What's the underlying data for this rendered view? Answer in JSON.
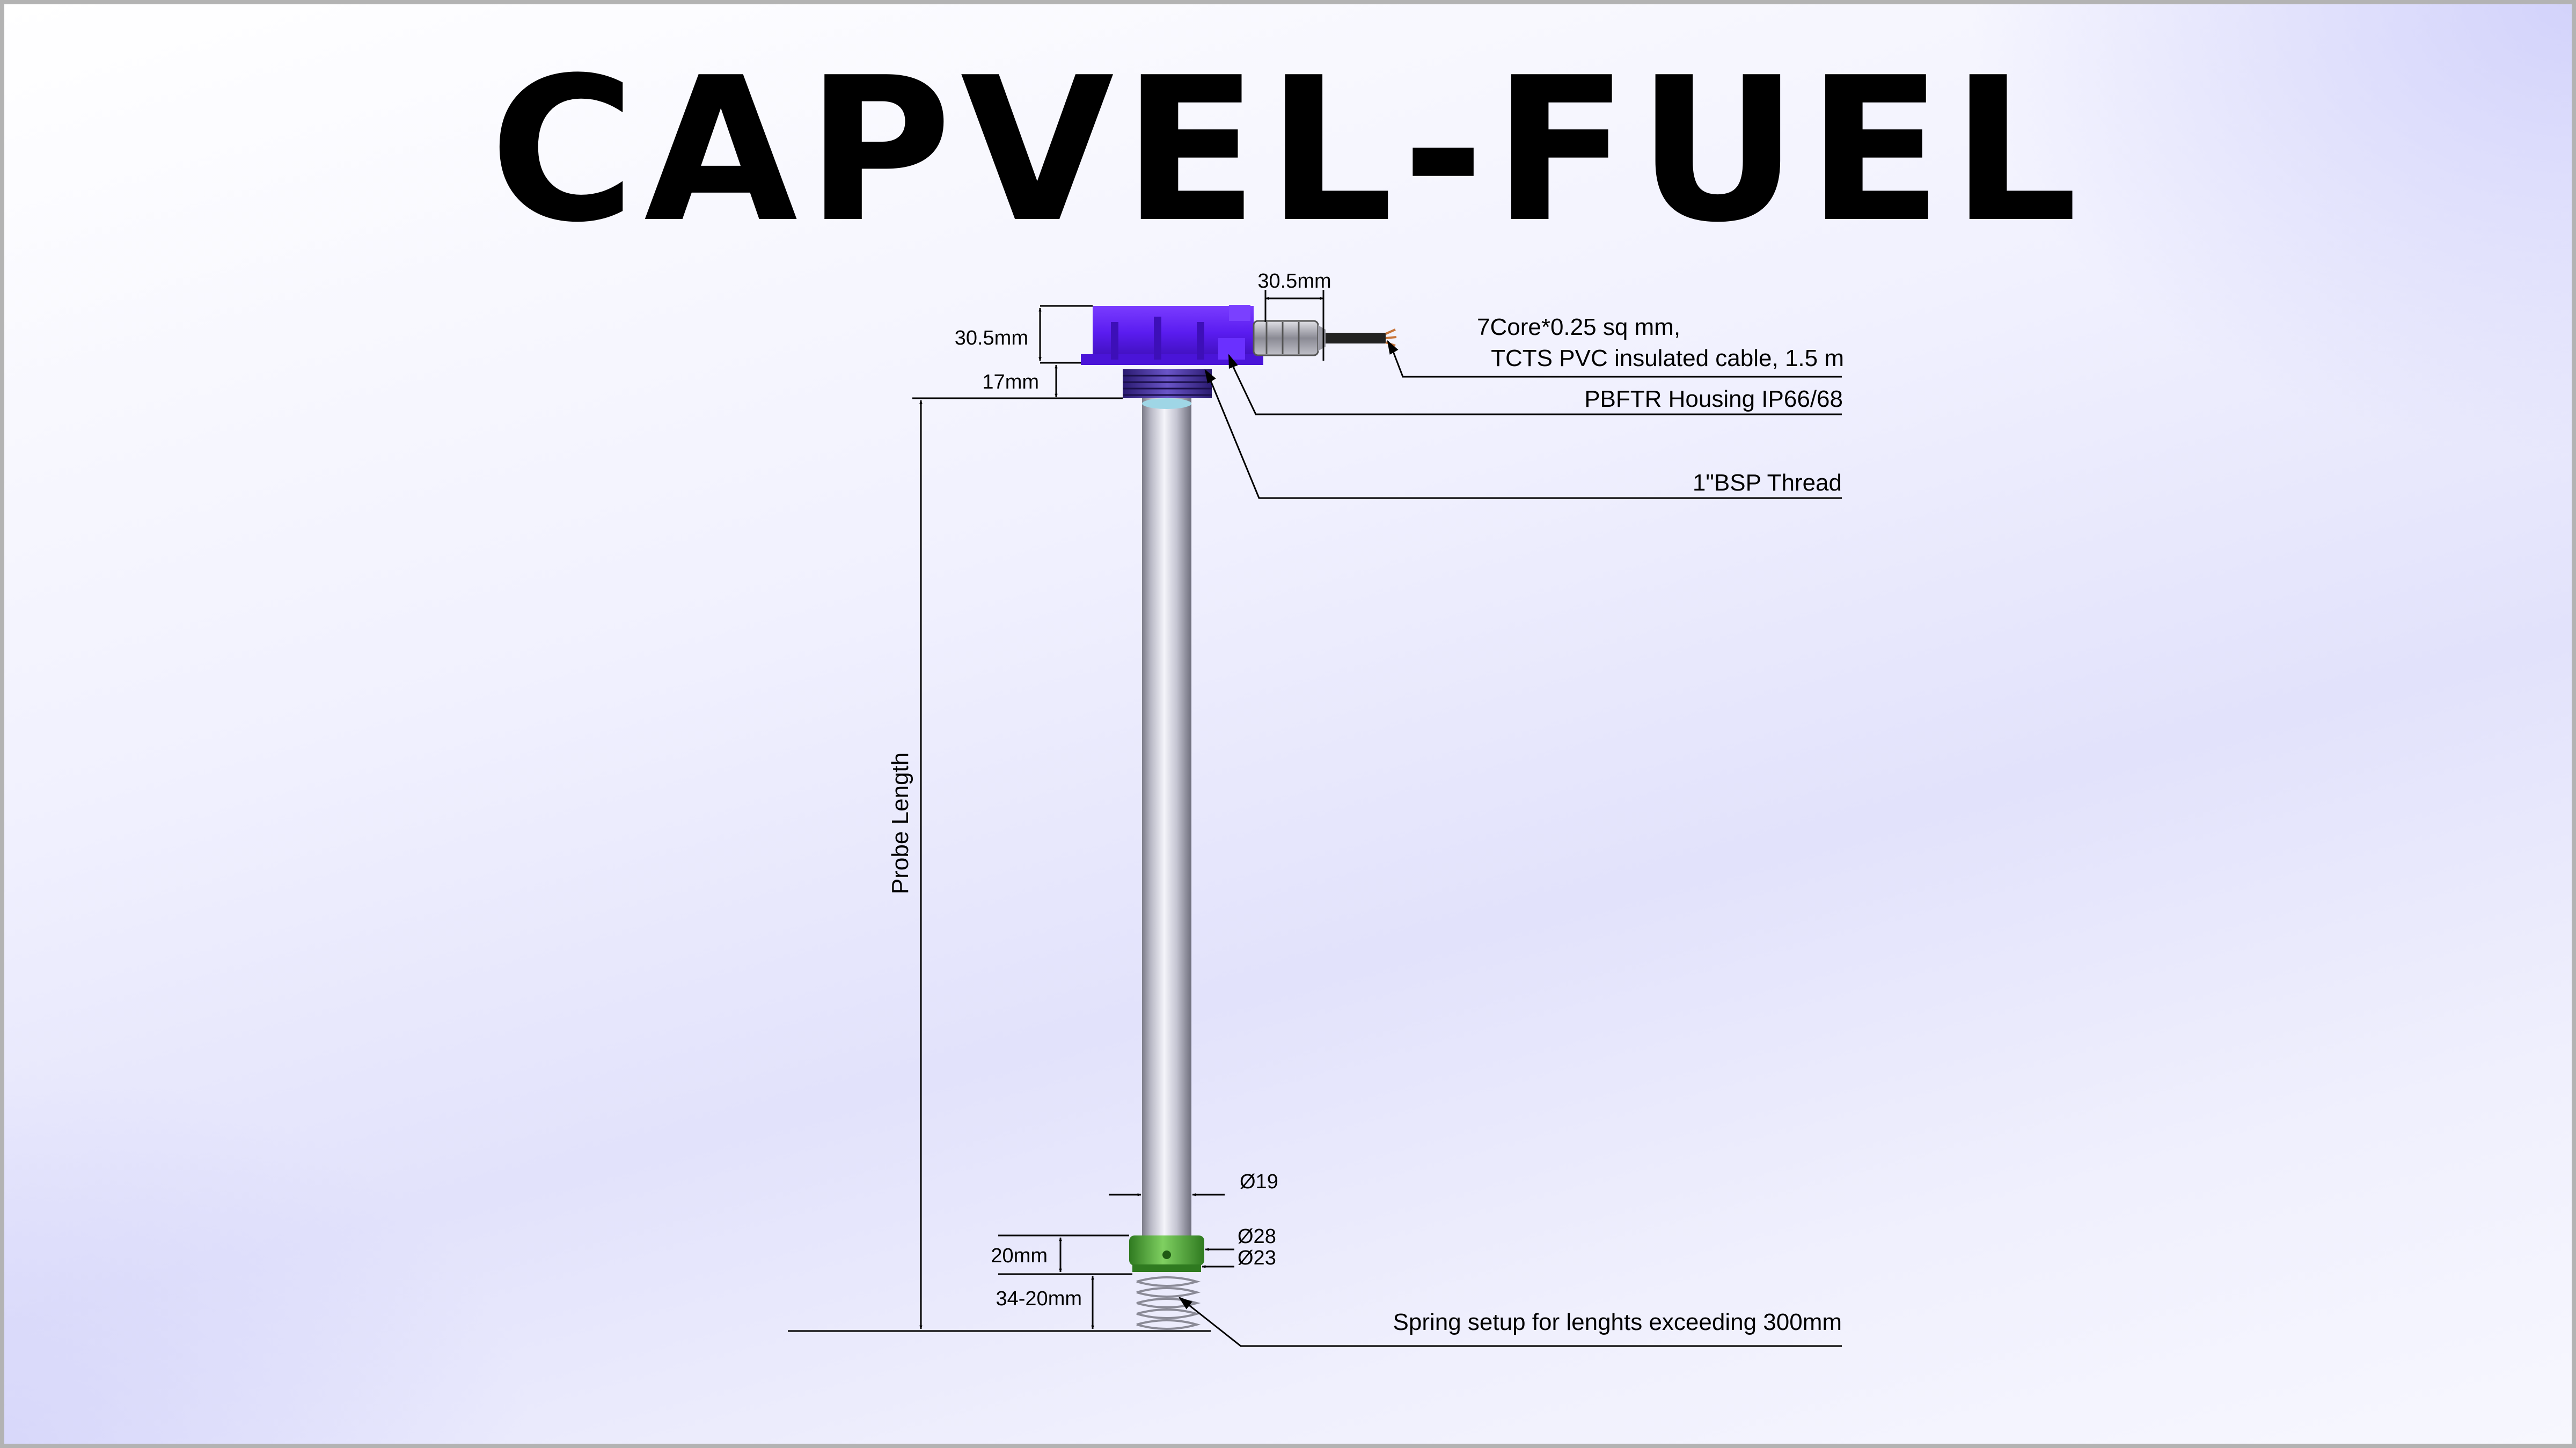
{
  "title": "CAPVEL-FUEL",
  "labels": {
    "housing_width": "30.5mm",
    "housing_height": "30.5mm",
    "thread_height": "17mm",
    "cable_line1": "7Core*0.25 sq mm,",
    "cable_line2": "TCTS PVC insulated cable, 1.5 m",
    "housing": "PBFTR Housing IP66/68",
    "thread": "1\"BSP Thread",
    "probe_length": "Probe Length",
    "dia_tube": "Ø19",
    "dia_ring_outer": "Ø28",
    "dia_ring_inner": "Ø23",
    "ring_height": "20mm",
    "spring_height": "34-20mm",
    "spring": "Spring setup for lenghts exceeding 300mm"
  },
  "colors": {
    "housing": "#5a1cf0",
    "housing_dark": "#3d0fb8",
    "tube": "#c8c8d6",
    "ring": "#3f9e2c",
    "line": "#000000"
  }
}
